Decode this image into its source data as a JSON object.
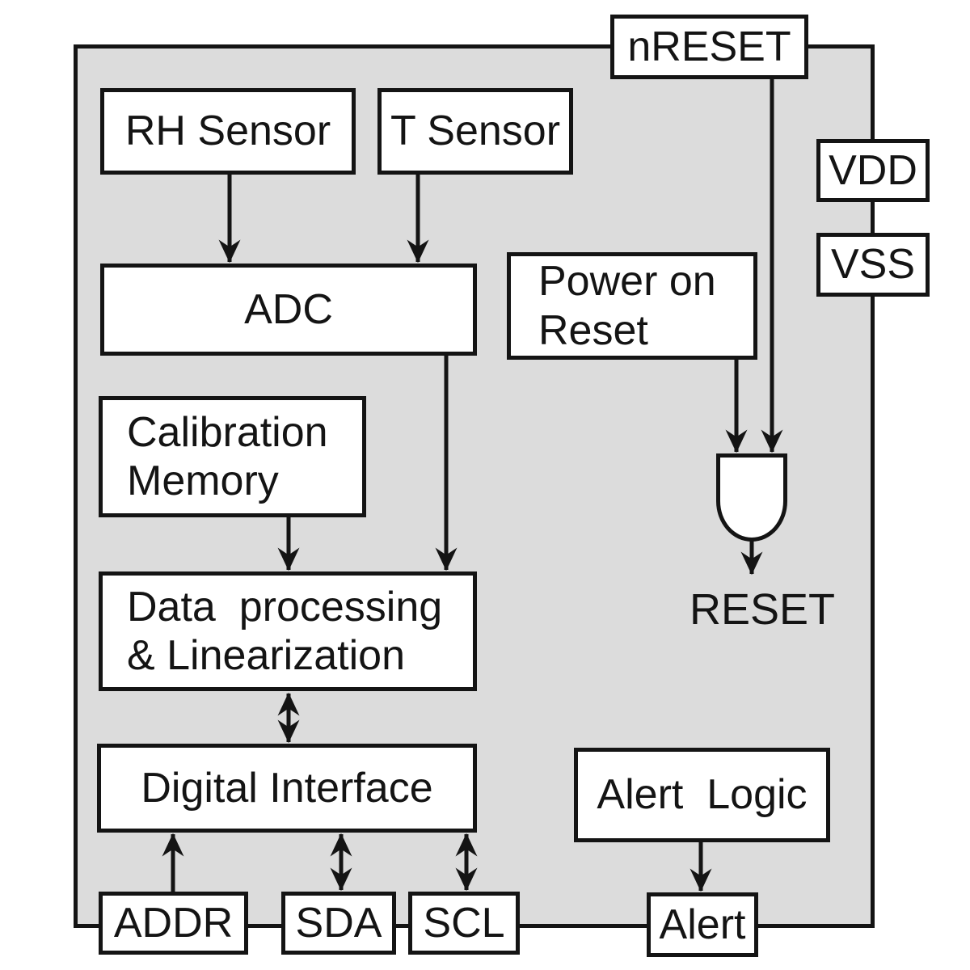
{
  "chip": {
    "blocks": {
      "rh_sensor": "RH Sensor",
      "t_sensor": "T Sensor",
      "adc": "ADC",
      "power_on_reset": "Power on\nReset",
      "calibration_memory": "Calibration\nMemory",
      "data_processing": "Data  processing\n& Linearization",
      "digital_interface": "Digital Interface",
      "alert_logic": "Alert  Logic"
    },
    "pins": {
      "nreset": "nRESET",
      "vdd": "VDD",
      "vss": "VSS",
      "addr": "ADDR",
      "sda": "SDA",
      "scl": "SCL",
      "alert": "Alert"
    },
    "net_labels": {
      "reset": "RESET"
    },
    "colors": {
      "chip_fill": "#dcdcdc",
      "box_fill": "#ffffff",
      "line": "#141414",
      "page_bg": "#ffffff"
    }
  }
}
